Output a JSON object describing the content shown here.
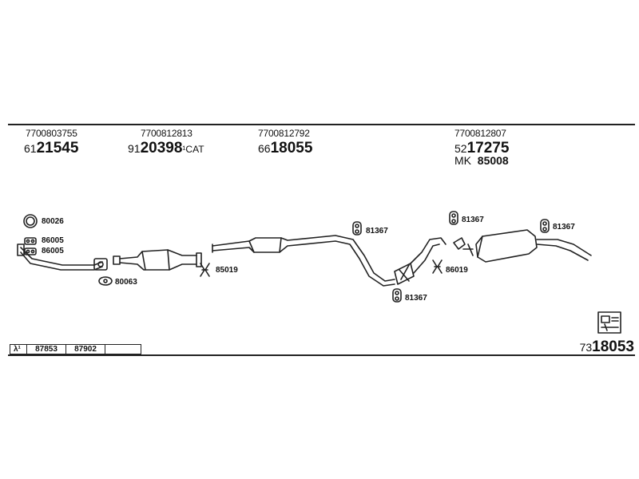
{
  "parts": [
    {
      "oem": "7700803755",
      "prefix": "61",
      "number": "21545",
      "suffix": ""
    },
    {
      "oem": "7700812813",
      "prefix": "91",
      "number": "20398",
      "suffix": "CAT"
    },
    {
      "oem": "7700812792",
      "prefix": "66",
      "number": "18055",
      "suffix": ""
    },
    {
      "oem": "7700812807",
      "prefix": "52",
      "number": "17275",
      "suffix": ""
    }
  ],
  "mounting_kit": {
    "label": "MK",
    "number": "85008"
  },
  "callouts": {
    "ring_gasket": "80026",
    "gasket_a": "86005",
    "gasket_b": "86005",
    "flange": "80063",
    "clamp_1": "85019",
    "hanger_1": "81367",
    "hanger_2": "81367",
    "hanger_3": "81367",
    "hanger_4": "81367",
    "clamp_2": "86019"
  },
  "lambda_table": {
    "symbol": "λ¹",
    "codes": [
      "87853",
      "87902"
    ]
  },
  "set_number": {
    "prefix": "73",
    "number": "18053"
  }
}
